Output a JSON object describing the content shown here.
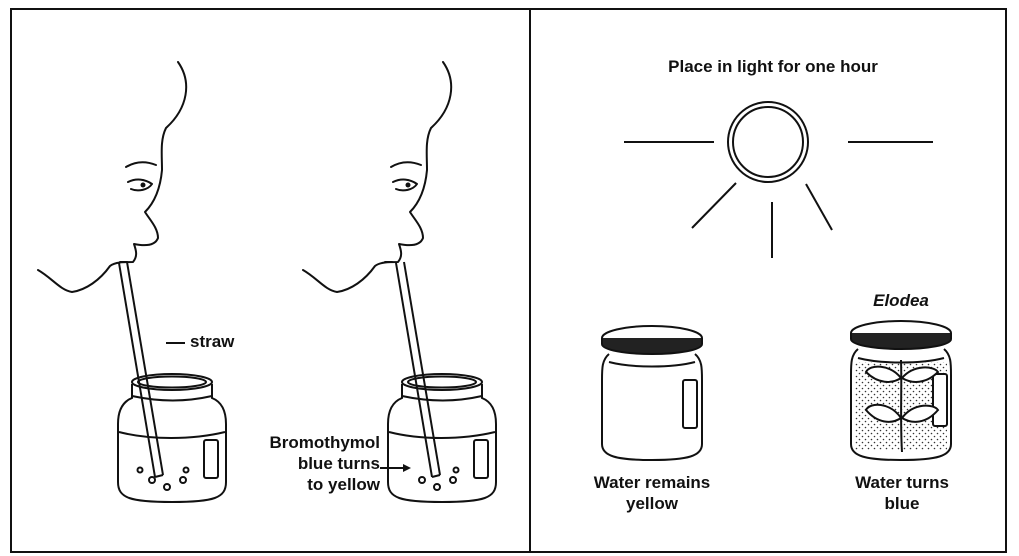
{
  "left_panel": {
    "straw_label": "straw",
    "indicator_label_lines": [
      "Bromothymol",
      "blue turns",
      "to yellow"
    ]
  },
  "right_panel": {
    "title": "Place in light for one hour",
    "plant_label": "Elodea",
    "jar_plain_caption_lines": [
      "Water remains",
      "yellow"
    ],
    "jar_plant_caption_lines": [
      "Water turns",
      "blue"
    ]
  },
  "colors": {
    "ink": "#111111",
    "background": "#ffffff"
  }
}
